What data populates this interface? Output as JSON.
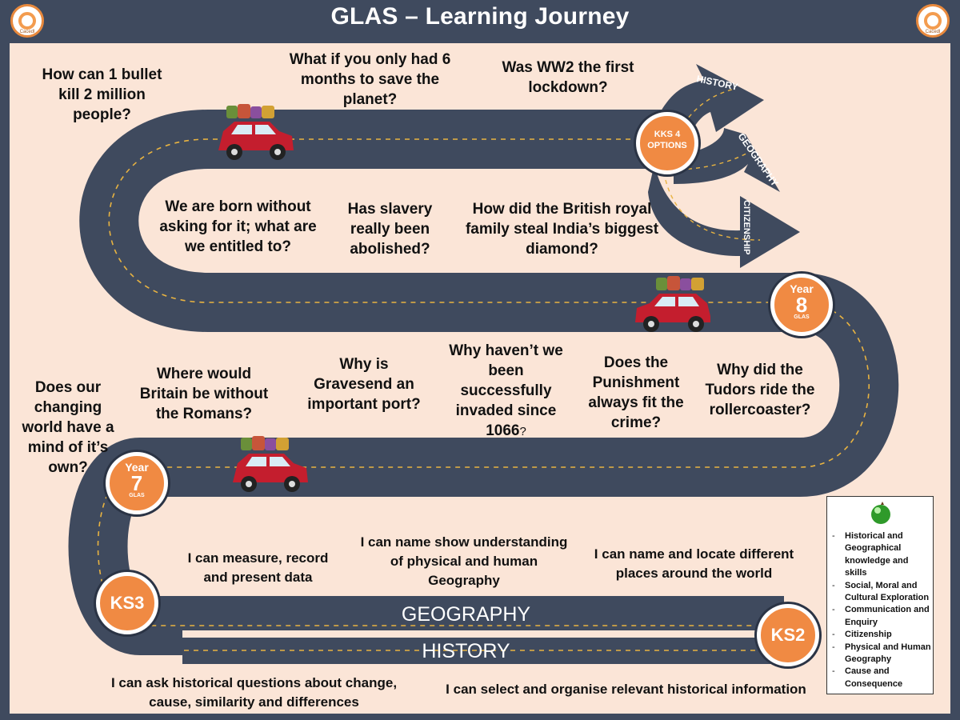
{
  "header": {
    "title": "GLAS – Learning Journey",
    "logo_text": "Cacedl"
  },
  "questions": {
    "row1": [
      "How can 1 bullet kill 2 million people?",
      "What if you only had 6 months to save the planet?",
      "Was WW2 the first lockdown?"
    ],
    "row2": [
      "We are born without asking for it; what are we entitled to?",
      "Has slavery really been abolished?",
      "How did the British royal family steal India’s biggest diamond?"
    ],
    "row3": [
      "Does our changing world have a mind of it’s own?",
      "Where would Britain be without the Romans?",
      "Why is Gravesend an important port?",
      "Why haven’t we been successfully invaded since",
      "Does the Punishment always fit the crime?",
      "Why did the Tudors ride the rollercoaster?"
    ],
    "row3_suffix_year": "1066",
    "row3_suffix_mark": "?"
  },
  "statements": {
    "geography": [
      "I can measure, record and present data",
      "I can name show understanding of physical and human Geography",
      "I can name and locate different places around the world"
    ],
    "history": [
      "I can ask historical questions about change, cause, similarity and differences",
      "I can select and organise relevant historical information"
    ]
  },
  "road_labels": {
    "geography": "GEOGRAPHY",
    "history": "HISTORY"
  },
  "arrows": {
    "history": "HISTORY",
    "geography": "GEOGRAPHY",
    "citizenship": "CITIZENSHIP"
  },
  "badges": {
    "ks4_line1": "KKS 4",
    "ks4_line2": "OPTIONS",
    "year8_word": "Year",
    "year8_num": "8",
    "year8_sub": "GLAS",
    "year7_word": "Year",
    "year7_num": "7",
    "year7_sub": "GLAS",
    "ks3": "KS3",
    "ks2": "KS2"
  },
  "legend": {
    "items": [
      "Historical and Geographical knowledge and skills",
      "Social, Moral and Cultural Exploration",
      "Communication and Enquiry",
      "Citizenship",
      "Physical and Human Geography",
      "Cause and Consequence"
    ]
  },
  "colors": {
    "background": "#3f4a5e",
    "panel": "#fbe5d7",
    "road": "#3f4a5e",
    "badge": "#f08a43",
    "car": "#c41e2e",
    "lane_dash": "#e8b341"
  }
}
